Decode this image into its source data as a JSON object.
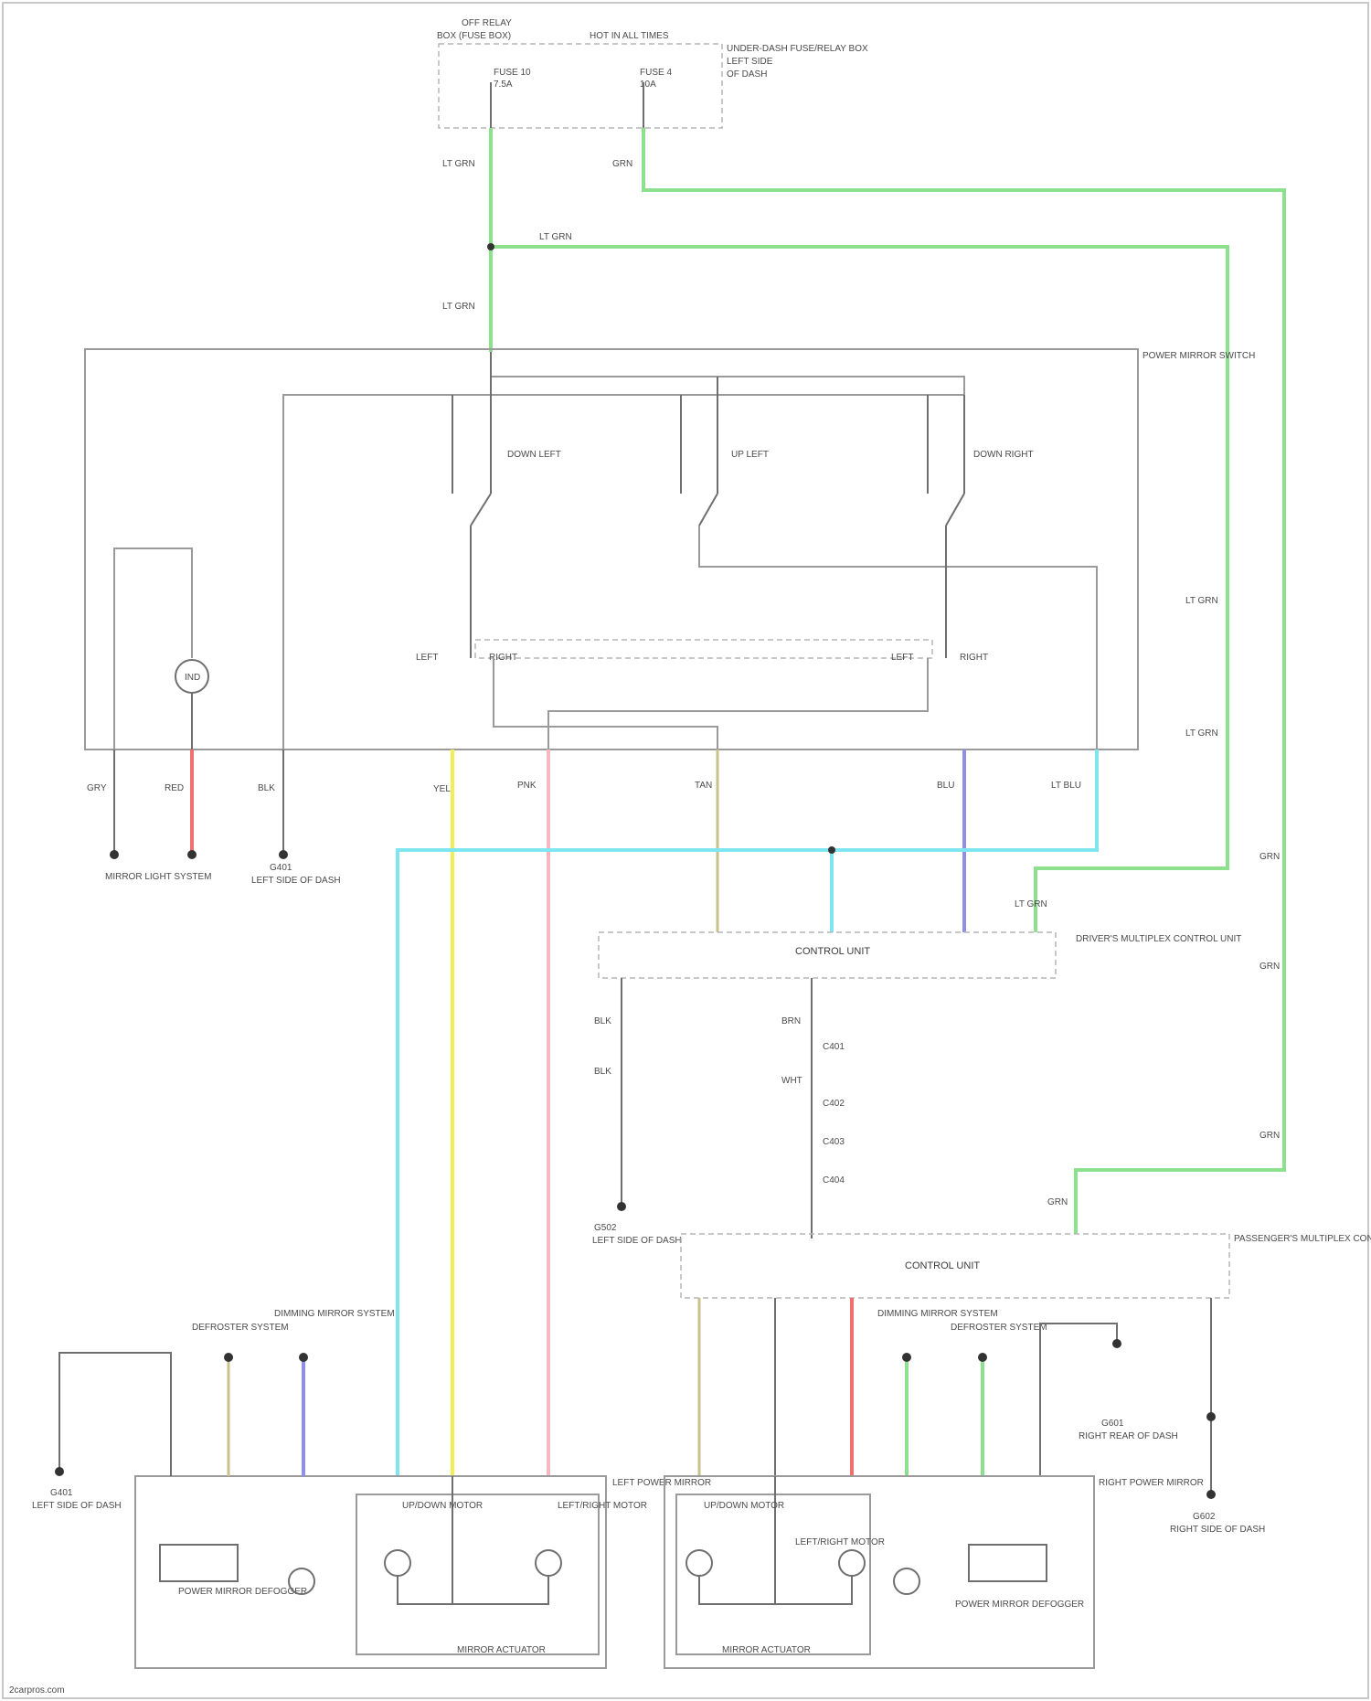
{
  "colors": {
    "green": "#8de08d",
    "cyan": "#7fe5f0",
    "yellow": "#f2ee55",
    "pink": "#f6b7c0",
    "red": "#f07070",
    "blue": "#8f8fe8",
    "tan": "#c9c28a",
    "gray": "#6f6f6f"
  },
  "top": {
    "fuse_box_title": "OFF RELAY",
    "fuse_box_sub": "BOX (FUSE BOX)",
    "hot_label": "HOT IN ALL TIMES",
    "fuse_a": "FUSE 10",
    "fuse_a_sub": "7.5A",
    "fuse_b": "FUSE 4",
    "fuse_b_sub": "10A",
    "box_note": "UNDER-DASH FUSE/RELAY BOX",
    "box_note2": "LEFT SIDE",
    "box_note3": "OF DASH"
  },
  "wires": {
    "w_top_left": "LT GRN",
    "w_top_right": "GRN",
    "w_branch": "LT GRN",
    "w_drop": "LT GRN",
    "w_right_a": "LT GRN",
    "w_right_b": "LT GRN",
    "w_grn_a": "GRN",
    "w_grn_b": "GRN",
    "w_grn_c": "GRN",
    "w_grn_d": "GRN"
  },
  "switch": {
    "title": "POWER MIRROR SWITCH",
    "sw1": "DOWN LEFT",
    "sw2": "UP LEFT",
    "sw3": "DOWN RIGHT",
    "left": "LEFT",
    "right": "RIGHT",
    "ind": "IND"
  },
  "bottom_left": {
    "ground_label": "MIRROR LIGHT SYSTEM",
    "gnd_g": "G401",
    "gnd_g_sub": "LEFT SIDE OF DASH",
    "w1": "GRY",
    "w2": "RED",
    "w3": "BLK",
    "w4": "YEL",
    "w5": "PNK",
    "w6": "TAN",
    "w7": "BLU",
    "w8": "LT BLU",
    "w9": "LT GRN"
  },
  "junction": {
    "title": "DRIVER'S MULTIPLEX CONTROL UNIT",
    "label": "CONTROL UNIT",
    "j1": "C401",
    "j2": "C402",
    "j3": "C403",
    "j4": "C404",
    "w1": "BRN",
    "w2": "WHT",
    "w3": "BLK",
    "w4": "BLK",
    "gnd": "G502",
    "gnd_sub": "LEFT SIDE OF DASH"
  },
  "passenger": {
    "title": "PASSENGER'S MULTIPLEX CONTROL UNIT",
    "label": "CONTROL UNIT",
    "defrost": "DEFROSTER SYSTEM",
    "dimmer": "DIMMING MIRROR SYSTEM",
    "gnd": "G601",
    "gnd_sub": "RIGHT REAR OF DASH",
    "gnd2": "G602",
    "gnd2_sub": "RIGHT SIDE OF DASH"
  },
  "mirrors": {
    "left_title": "LEFT POWER MIRROR",
    "right_title": "RIGHT POWER MIRROR",
    "left_act": "MIRROR ACTUATOR",
    "right_act": "MIRROR ACTUATOR",
    "heater": "POWER MIRROR DEFOGGER",
    "m_ud": "UP/DOWN MOTOR",
    "m_lr": "LEFT/RIGHT MOTOR",
    "m_up": "UP/DOWN MOTOR",
    "m_rl": "LEFT/RIGHT MOTOR",
    "gnd_l": "G401",
    "gnd_l_sub": "LEFT SIDE OF DASH",
    "defrost_l": "DEFROSTER SYSTEM",
    "dimmer_l": "DIMMING MIRROR SYSTEM"
  },
  "footer": {
    "watermark": "2carpros.com"
  }
}
